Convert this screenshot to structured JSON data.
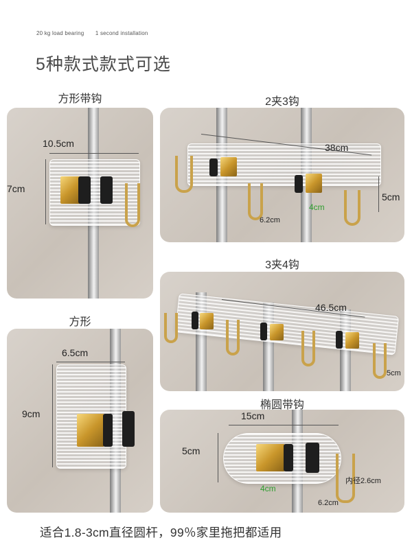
{
  "header": {
    "tag_left": "20 kg load bearing",
    "tag_right": "1 second installation",
    "title": "5种款式款式可选"
  },
  "variants": [
    {
      "caption": "方形带钩",
      "dims": [
        "10.5cm",
        "7cm"
      ]
    },
    {
      "caption": "2夹3钩",
      "dims": [
        "38cm",
        "5cm",
        "6.2cm",
        "4cm"
      ]
    },
    {
      "caption": "3夹4钩",
      "dims": [
        "46.5cm",
        "5cm"
      ]
    },
    {
      "caption": "方形",
      "dims": [
        "6.5cm",
        "9cm"
      ]
    },
    {
      "caption": "椭圆带钩",
      "dims": [
        "15cm",
        "5cm",
        "4cm",
        "内径2.6cm",
        "6.2cm"
      ]
    }
  ],
  "footer": {
    "text": "适合1.8-3cm直径圆杆，99％家里拖把都适用"
  },
  "colors": {
    "gold": "#c9a24b",
    "black": "#1e1e1e",
    "green": "#2e9e2e"
  }
}
